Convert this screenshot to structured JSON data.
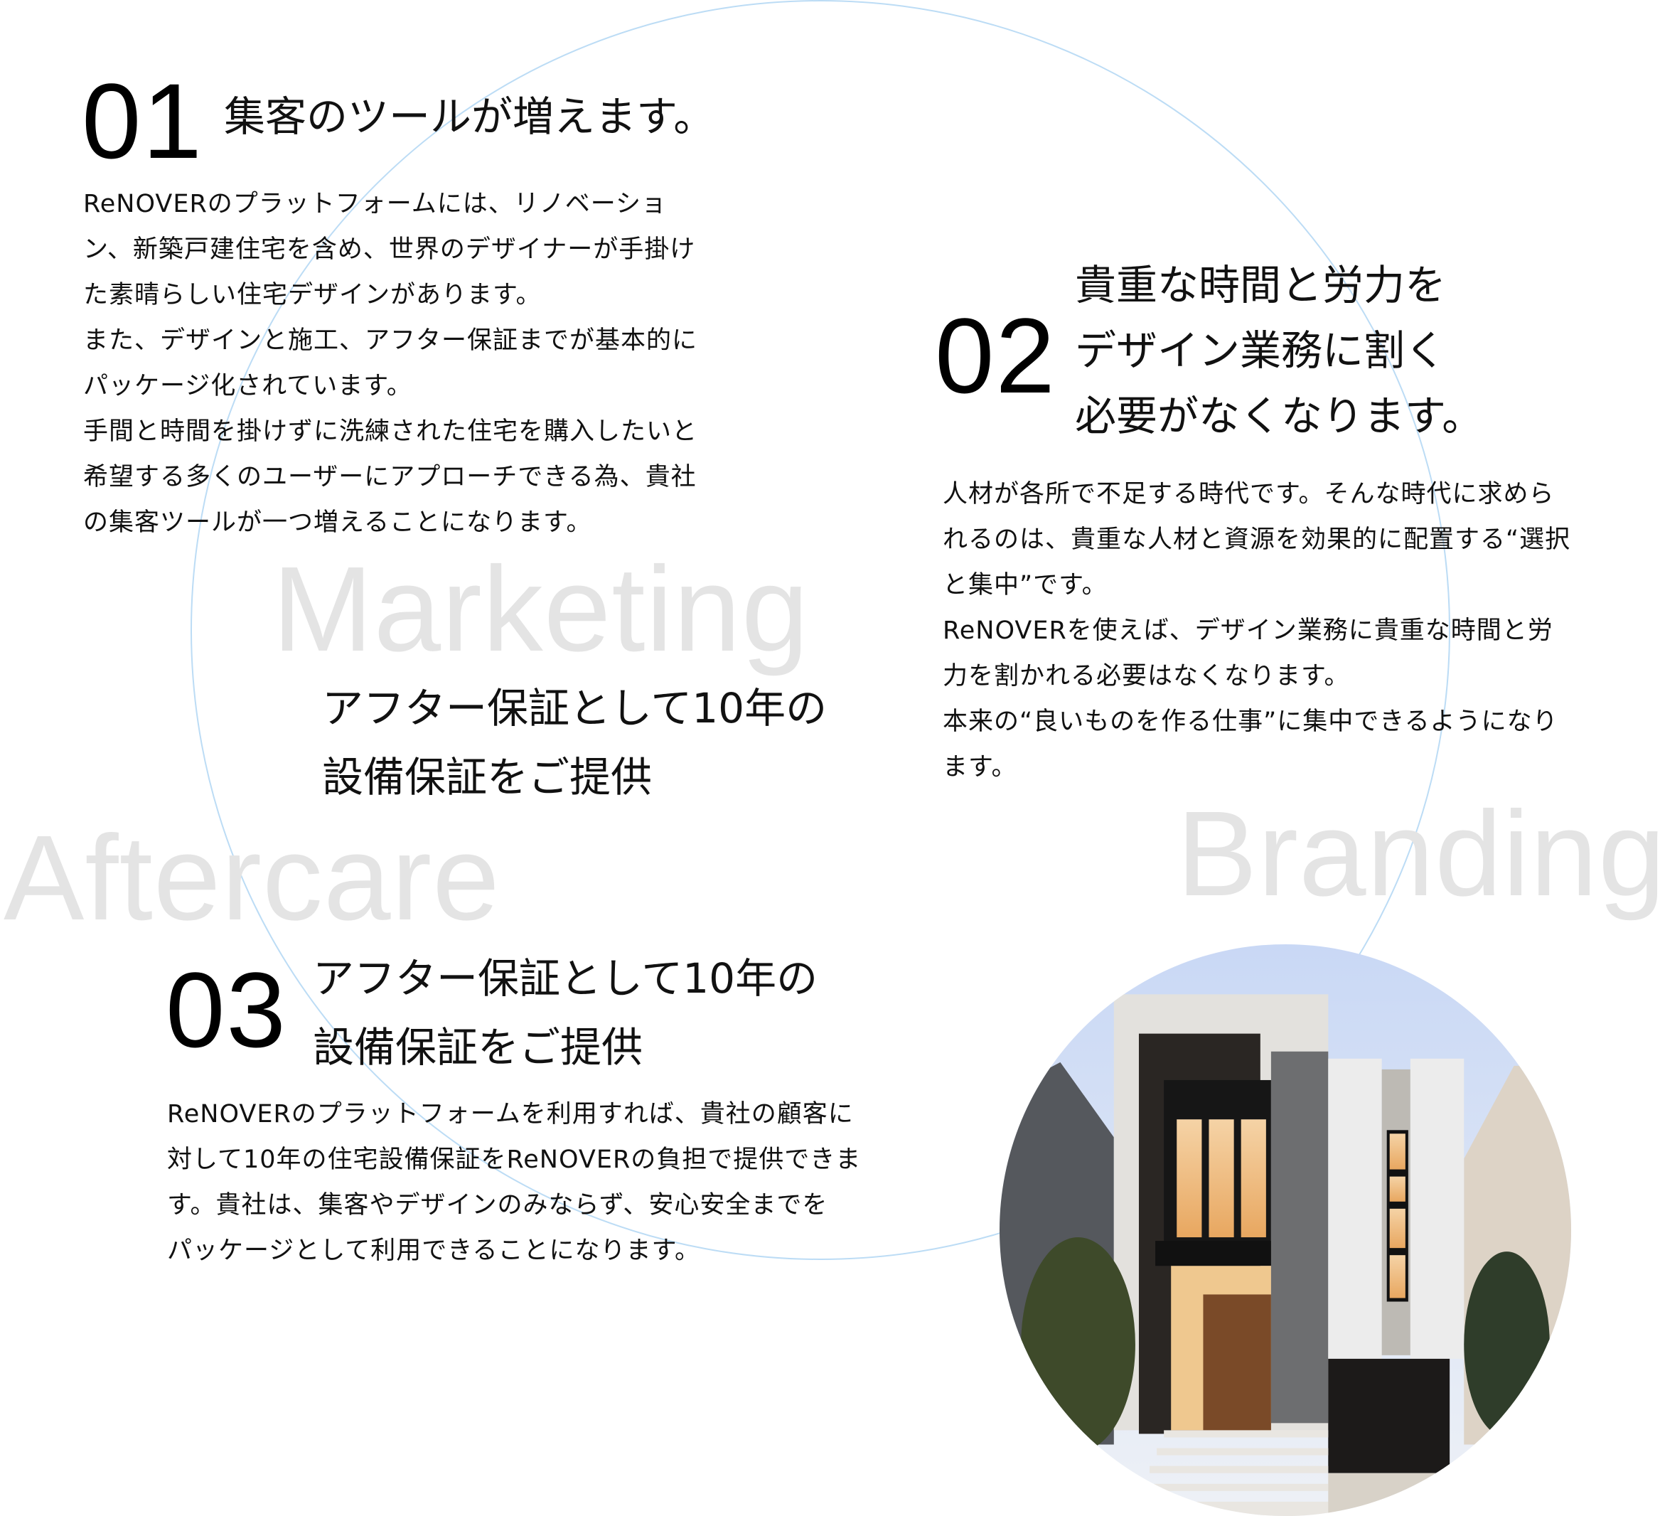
{
  "background_words": {
    "marketing": "Marketing",
    "branding": "Branding",
    "aftercare": "Aftercare"
  },
  "section1": {
    "number": "01",
    "title": "集客のツールが増えます。",
    "lines": [
      "ReNOVERのプラットフォームには、リノベーショ",
      "ン、新築戸建住宅を含め、世界のデザイナーが手掛け",
      "た素晴らしい住宅デザインがあります。",
      "また、デザインと施工、アフター保証までが基本的に",
      "パッケージ化されています。",
      "手間と時間を掛けずに洗練された住宅を購入したいと",
      "希望する多くのユーザーにアプローチできる為、貴社",
      "の集客ツールが一つ増えることになります。"
    ]
  },
  "caption": {
    "lines": [
      "アフター保証として10年の",
      "設備保証をご提供"
    ]
  },
  "section2": {
    "number": "02",
    "title_lines": [
      "貴重な時間と労力を",
      "デザイン業務に割く",
      "必要がなくなります。"
    ],
    "lines": [
      "人材が各所で不足する時代です。そんな時代に求めら",
      "れるのは、貴重な人材と資源を効果的に配置する“選択",
      "と集中”です。",
      "ReNOVERを使えば、デザイン業務に貴重な時間と労",
      "力を割かれる必要はなくなります。",
      "本来の“良いものを作る仕事”に集中できるようになり",
      "ます。"
    ]
  },
  "section3": {
    "number": "03",
    "title_lines": [
      "アフター保証として10年の",
      "設備保証をご提供"
    ],
    "lines": [
      "ReNOVERのプラットフォームを利用すれば、貴社の顧客に",
      "対して10年の住宅設備保証をReNOVERの負担で提供できま",
      "す。貴社は、集客やデザインのみならず、安心安全までを",
      "パッケージとして利用できることになります。"
    ]
  },
  "colors": {
    "ring": "#bcdcf5",
    "bg_word": "#e4e4e4"
  }
}
